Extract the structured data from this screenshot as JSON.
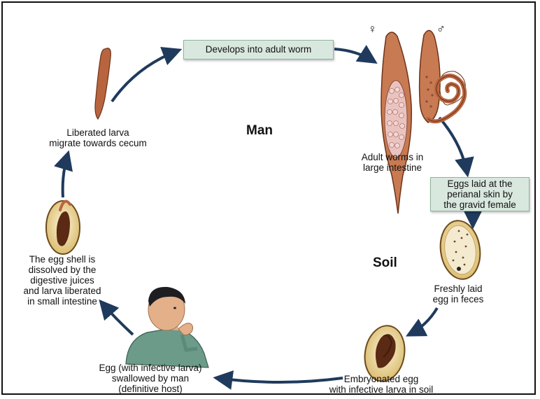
{
  "regions": {
    "man": "Man",
    "soil": "Soil"
  },
  "boxes": {
    "develops": "Develops into adult worm",
    "eggs_laid": [
      "Eggs laid at the",
      "perianal skin by",
      "the gravid female"
    ]
  },
  "labels": {
    "adult_worms": [
      "Adult worms in",
      "large intestine"
    ],
    "freshly_laid": [
      "Freshly laid",
      "egg in feces"
    ],
    "embryonated": [
      "Embryonated egg",
      "with infective larva in soil"
    ],
    "swallowed": [
      "Egg (with infective larva)",
      "swallowed by man",
      "(definitive host)"
    ],
    "eggshell": [
      "The egg shell is",
      "dissolved by the",
      "digestive juices",
      "and larva liberated",
      "in small intestine"
    ],
    "liberated": [
      "Liberated larva",
      "migrate towards cecum"
    ]
  },
  "symbols": {
    "female": "♀",
    "male": "♂"
  },
  "colors": {
    "arrow": "#1f3a5c",
    "box_fill": "#d9e8df",
    "worm": "#b8653f",
    "larva": "#5a2a14",
    "egg_shell": "#e8d49a"
  }
}
